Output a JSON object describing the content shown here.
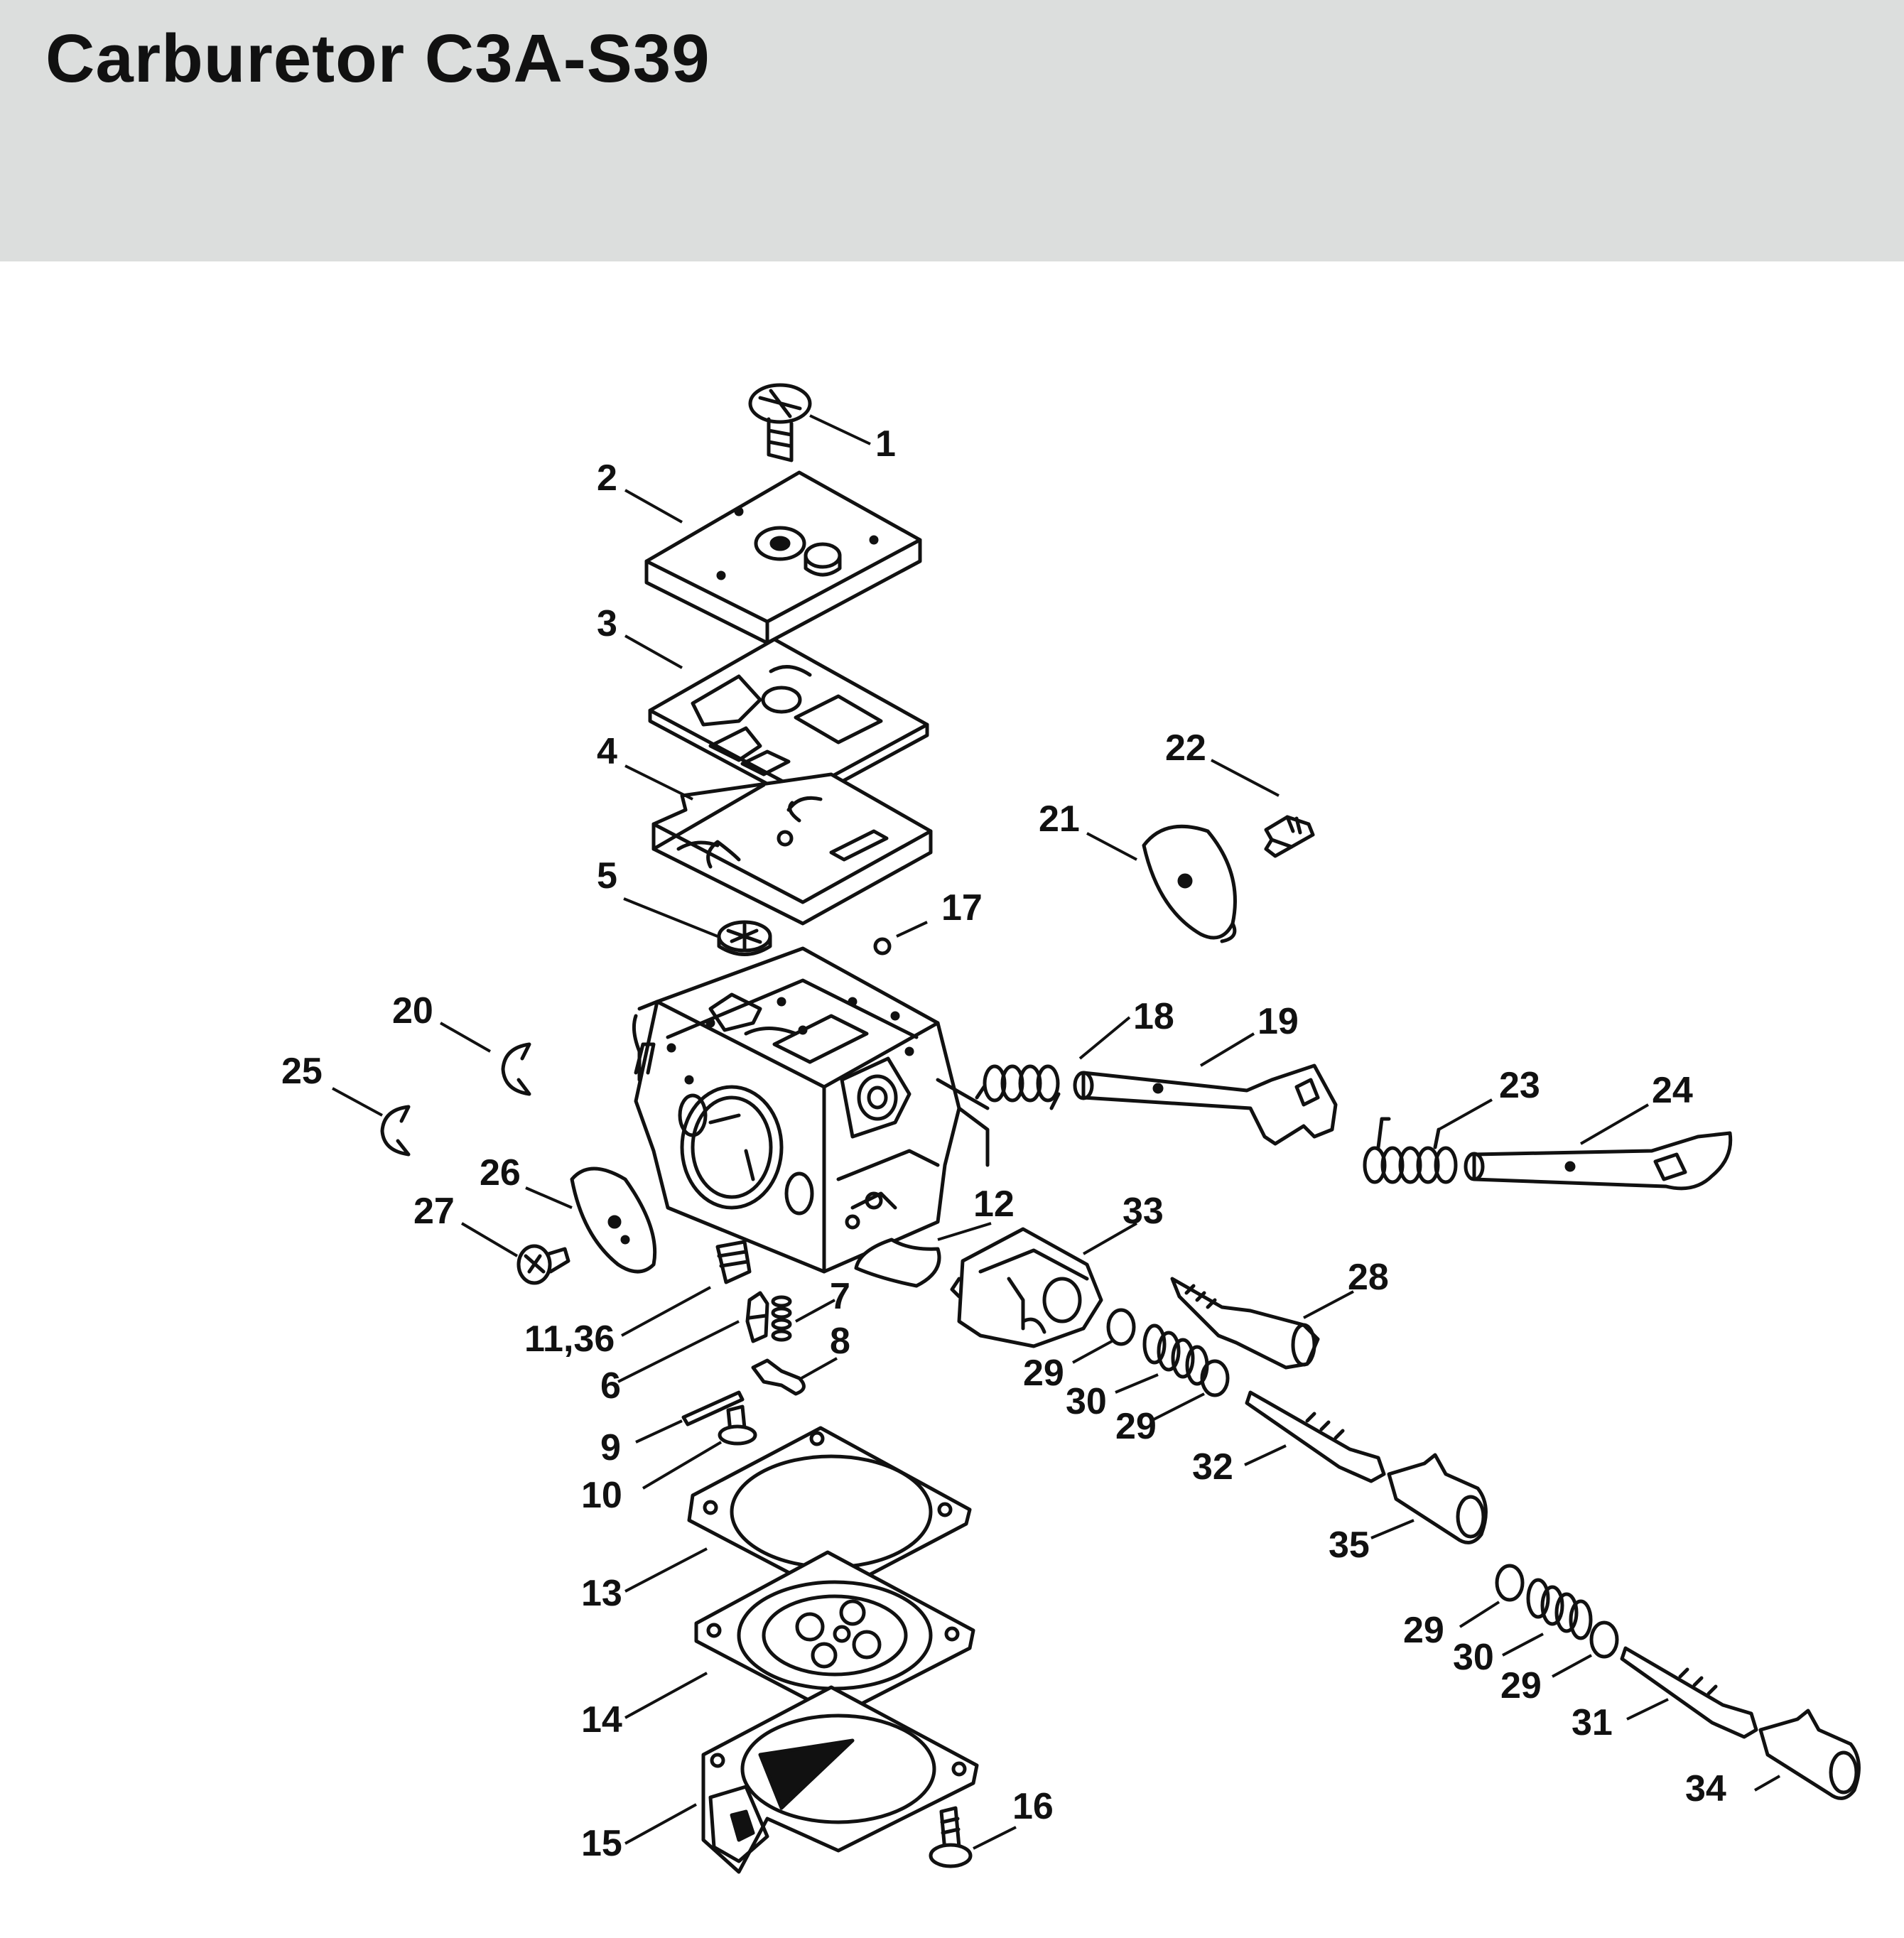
{
  "header": {
    "title": "Carburetor C3A-S39"
  },
  "callouts": [
    {
      "id": "c1",
      "text": "1"
    },
    {
      "id": "c2",
      "text": "2"
    },
    {
      "id": "c3",
      "text": "3"
    },
    {
      "id": "c4",
      "text": "4"
    },
    {
      "id": "c5",
      "text": "5"
    },
    {
      "id": "c17",
      "text": "17"
    },
    {
      "id": "c22",
      "text": "22"
    },
    {
      "id": "c21",
      "text": "21"
    },
    {
      "id": "c20",
      "text": "20"
    },
    {
      "id": "c25",
      "text": "25"
    },
    {
      "id": "c18",
      "text": "18"
    },
    {
      "id": "c19",
      "text": "19"
    },
    {
      "id": "c23",
      "text": "23"
    },
    {
      "id": "c24",
      "text": "24"
    },
    {
      "id": "c26",
      "text": "26"
    },
    {
      "id": "c27",
      "text": "27"
    },
    {
      "id": "c12",
      "text": "12"
    },
    {
      "id": "c33",
      "text": "33"
    },
    {
      "id": "c28",
      "text": "28"
    },
    {
      "id": "c1136",
      "text": "11,36"
    },
    {
      "id": "c7",
      "text": "7"
    },
    {
      "id": "c8",
      "text": "8"
    },
    {
      "id": "c6",
      "text": "6"
    },
    {
      "id": "c29a",
      "text": "29"
    },
    {
      "id": "c30a",
      "text": "30"
    },
    {
      "id": "c29b",
      "text": "29"
    },
    {
      "id": "c9",
      "text": "9"
    },
    {
      "id": "c10",
      "text": "10"
    },
    {
      "id": "c32",
      "text": "32"
    },
    {
      "id": "c35",
      "text": "35"
    },
    {
      "id": "c13",
      "text": "13"
    },
    {
      "id": "c29c",
      "text": "29"
    },
    {
      "id": "c30b",
      "text": "30"
    },
    {
      "id": "c29d",
      "text": "29"
    },
    {
      "id": "c31",
      "text": "31"
    },
    {
      "id": "c14",
      "text": "14"
    },
    {
      "id": "c34",
      "text": "34"
    },
    {
      "id": "c15",
      "text": "15"
    },
    {
      "id": "c16",
      "text": "16"
    }
  ]
}
